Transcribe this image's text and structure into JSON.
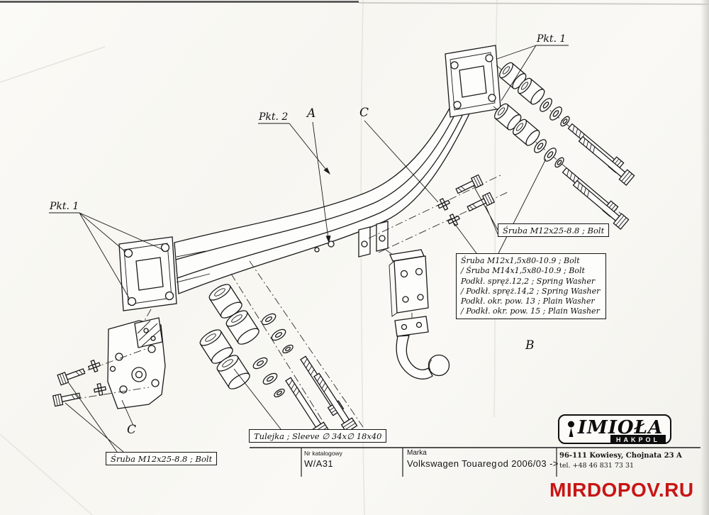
{
  "diagram": {
    "part_labels": {
      "pkt1_top": "Pkt. 1",
      "pkt2": "Pkt. 2",
      "a": "A",
      "c_top": "C",
      "pkt1_left": "Pkt. 1",
      "c_bottom": "C",
      "b": "B"
    },
    "callouts": {
      "bolt_right": "Śruba M12x25-8.8 ;  Bolt",
      "bolt_left": "Śruba M12x25-8.8 ;  Bolt",
      "sleeve": "Tulejka ; Sleeve  ∅ 34x∅ 18x40",
      "parts_list": [
        "Śruba M12x1,5x80-10.9 ;   Bolt",
        "/ Śruba M14x1,5x80-10.9 ;   Bolt",
        "Podkł. spręż.12,2 ;  Spring Washer",
        "/ Podkł. spręż.14,2 ;  Spring Washer",
        "Podkł. okr. pow. 13 ;  Plain Washer",
        "/ Podkł. okr. pow. 15 ;  Plain Washer"
      ]
    }
  },
  "footer": {
    "catalog_label": "Nr katalogowy",
    "catalog_number": "W/A31",
    "brand_label": "Marka",
    "brand_value": "Volkswagen  Touareg",
    "year_range": "od 2006/03 ->"
  },
  "manufacturer": {
    "logo_text": "IMIOŁA",
    "logo_sub": "HAKPOL",
    "address": "96-111 Kowiesy, Chojnata 23 A",
    "phone": "tel.  +48 46 831 73 31"
  },
  "watermark": {
    "text": "MIRDOPOV.RU",
    "color": "#c81515"
  }
}
